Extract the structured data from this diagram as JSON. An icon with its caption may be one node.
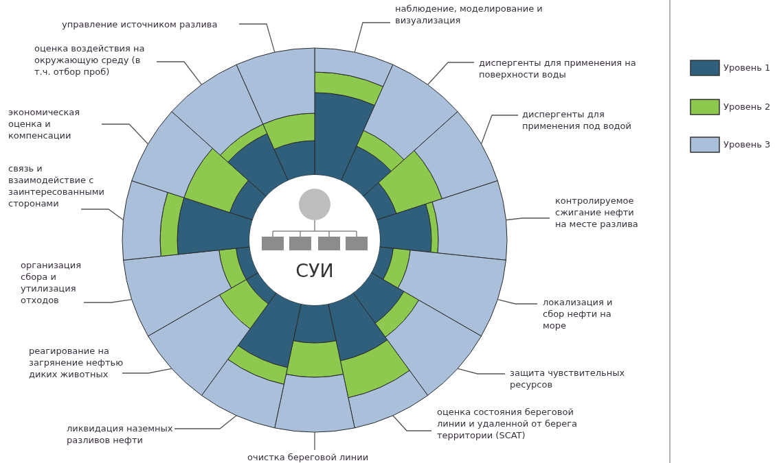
{
  "diagram": {
    "nodes": [
      {
        "text": [
          "СУИ"
        ]
      },
      {
        "text": [
          "наблюдение, моделирование и визуализация"
        ]
      },
      {
        "text": [
          "диспергенты для применения на поверхности воды"
        ]
      },
      {
        "text": [
          "диспергенты для применения под водой"
        ]
      },
      {
        "text": [
          "контролируемое сжигание нефти на месте разлива"
        ]
      },
      {
        "text": [
          "локализация и сбор нефти на море"
        ]
      },
      {
        "text": [
          "защита чувствительных ресурсов"
        ]
      },
      {
        "text": [
          "оценка состояния береговой линии и удаленной от берега территории (SCAT)"
        ]
      },
      {
        "text": [
          "очистка береговой линии"
        ]
      },
      {
        "text": [
          "ликвидация наземных разливов нефти"
        ]
      },
      {
        "text": [
          "реагирование на загрянение нефтью диких животных"
        ]
      },
      {
        "text": [
          "организация сбора и утилизация отходов"
        ]
      },
      {
        "text": [
          "связь и взаимодействие с заинтересованными сторонами"
        ]
      },
      {
        "text": [
          "экономическая оценка и компенсации"
        ]
      },
      {
        "text": [
          "оценка воздействия на окружающую среду (в т.ч. отбор проб)"
        ]
      },
      {
        "text": [
          "управление источником разлива"
        ]
      },
      {
        "text": [],
        "shape": "sector"
      },
      {
        "text": [],
        "shape": "sector"
      },
      {
        "text": [],
        "shape": "sector"
      },
      {
        "text": [],
        "shape": "sector"
      },
      {
        "text": [],
        "shape": "sector"
      },
      {
        "text": [],
        "shape": "sector"
      },
      {
        "text": [],
        "shape": "sector"
      },
      {
        "text": [],
        "shape": "sector"
      },
      {
        "text": [],
        "shape": "sector"
      },
      {
        "text": [],
        "shape": "sector"
      },
      {
        "text": [],
        "shape": "sector"
      },
      {
        "text": [],
        "shape": "sector"
      },
      {
        "text": [],
        "shape": "sector"
      },
      {
        "text": [],
        "shape": "sector"
      },
      {
        "text": [],
        "shape": "sector"
      }
    ],
    "edges": [
      {
        "from": 1,
        "to": 16,
        "arrow": "none"
      },
      {
        "from": 2,
        "to": 17,
        "arrow": "none"
      },
      {
        "from": 3,
        "to": 18,
        "arrow": "none"
      },
      {
        "from": 4,
        "to": 19,
        "arrow": "none"
      },
      {
        "from": 5,
        "to": 20,
        "arrow": "none"
      },
      {
        "from": 6,
        "to": 21,
        "arrow": "none"
      },
      {
        "from": 7,
        "to": 22,
        "arrow": "none"
      },
      {
        "from": 8,
        "to": 23,
        "arrow": "none"
      },
      {
        "from": 9,
        "to": 24,
        "arrow": "none"
      },
      {
        "from": 10,
        "to": 25,
        "arrow": "none"
      },
      {
        "from": 11,
        "to": 26,
        "arrow": "none"
      },
      {
        "from": 12,
        "to": 27,
        "arrow": "none"
      },
      {
        "from": 13,
        "to": 28,
        "arrow": "none"
      },
      {
        "from": 14,
        "to": 29,
        "arrow": "none"
      },
      {
        "from": 15,
        "to": 30,
        "arrow": "none"
      }
    ],
    "legend": [
      {
        "text": "Уровень 1",
        "color": "#2f5f7a"
      },
      {
        "text": "Уровень 2",
        "color": "#8dc94f"
      },
      {
        "text": "Уровень 3",
        "color": "#a9bfda"
      }
    ]
  }
}
